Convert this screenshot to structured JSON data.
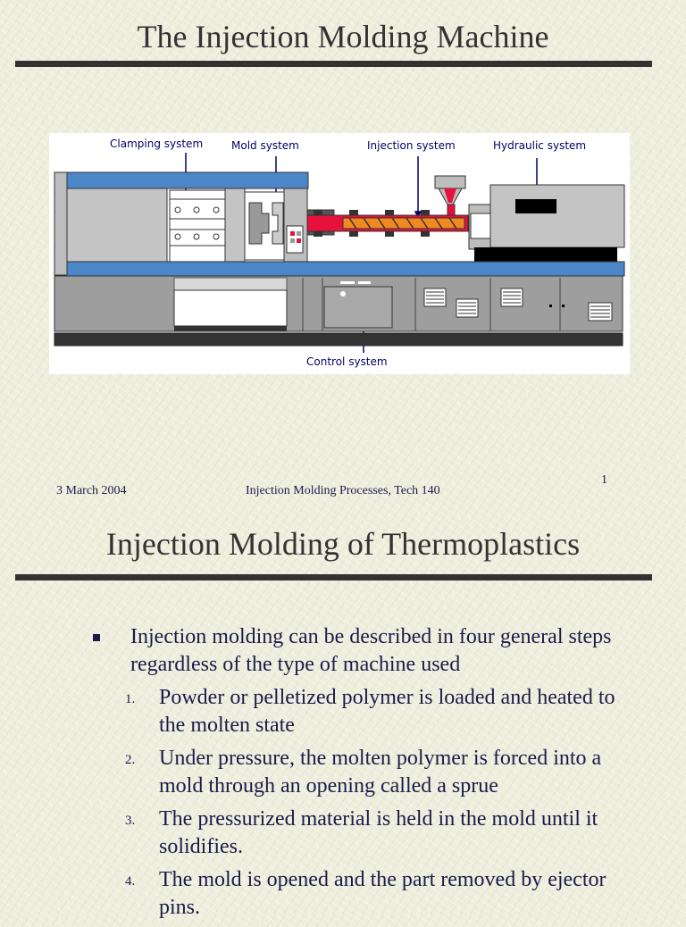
{
  "slide1": {
    "title": "The Injection Molding Machine",
    "labels": {
      "clamping": "Clamping system",
      "mold": "Mold system",
      "injection": "Injection system",
      "hydraulic": "Hydraulic system",
      "control": "Control system"
    },
    "footer": {
      "date": "3 March 2004",
      "course": "Injection Molding Processes, Tech 140",
      "page": "1"
    }
  },
  "slide2": {
    "title": "Injection Molding of Thermoplastics",
    "lead": "Injection molding can be described in four general steps regardless of the type of machine used",
    "steps": [
      {
        "num": "1.",
        "text": "Powder or pelletized polymer is loaded and heated to the molten state"
      },
      {
        "num": "2.",
        "text": "Under pressure, the molten polymer is forced into a mold through an opening called a sprue"
      },
      {
        "num": "3.",
        "text": "The pressurized material is held in the mold until it solidifies."
      },
      {
        "num": "4.",
        "text": "The mold is opened and the part removed by ejector pins."
      }
    ]
  },
  "colors": {
    "background": "#eeeedd",
    "text": "#1b1b4a",
    "title": "#333333",
    "machine_blue": "#4a86c8",
    "barrel_red": "#e8103c",
    "screw_orange": "#f08a20"
  }
}
